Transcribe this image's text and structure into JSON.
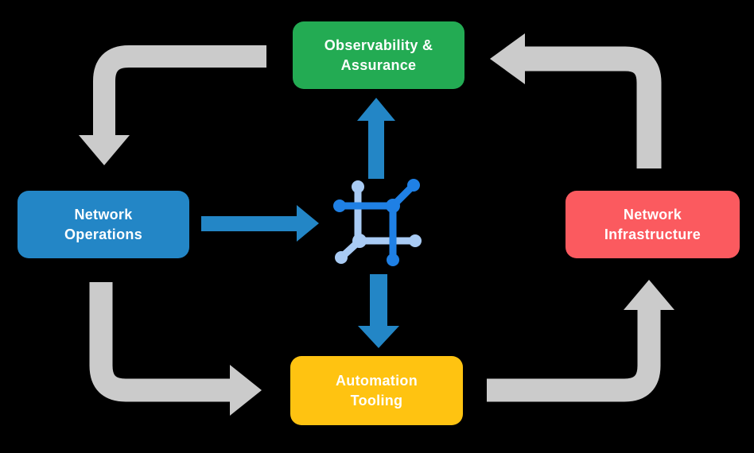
{
  "title": "Network automation lifecycle diagram",
  "colors": {
    "background": "#000000",
    "green": "#23AB53",
    "blue": "#2386C6",
    "red": "#FB5A5F",
    "yellow": "#FFC311",
    "gray_arrow": "#CBCBCB",
    "blue_arrow": "#2386C6",
    "icon_dark_blue": "#1F80E5",
    "icon_light_blue": "#A9CBF4",
    "text": "#FFFFFF"
  },
  "nodes": {
    "observability": {
      "label": "Observability &\nAssurance",
      "color": "#23AB53"
    },
    "operations": {
      "label": "Network\nOperations",
      "color": "#2386C6"
    },
    "infrastructure": {
      "label": "Network\nInfrastructure",
      "color": "#FB5A5F"
    },
    "automation": {
      "label": "Automation\nTooling",
      "color": "#FFC311"
    }
  },
  "center_icon": "network-hub-icon",
  "arrows": {
    "gray_cycle": [
      {
        "from": "observability",
        "to": "operations",
        "shape": "elbow-down"
      },
      {
        "from": "operations",
        "to": "automation",
        "shape": "elbow-right"
      },
      {
        "from": "automation",
        "to": "infrastructure",
        "shape": "elbow-up"
      },
      {
        "from": "infrastructure",
        "to": "observability",
        "shape": "elbow-left"
      }
    ],
    "blue_straight": [
      {
        "from": "operations",
        "to": "center-icon",
        "direction": "right"
      },
      {
        "from": "center-icon",
        "to": "observability",
        "direction": "up"
      },
      {
        "from": "center-icon",
        "to": "automation",
        "direction": "down"
      }
    ]
  }
}
